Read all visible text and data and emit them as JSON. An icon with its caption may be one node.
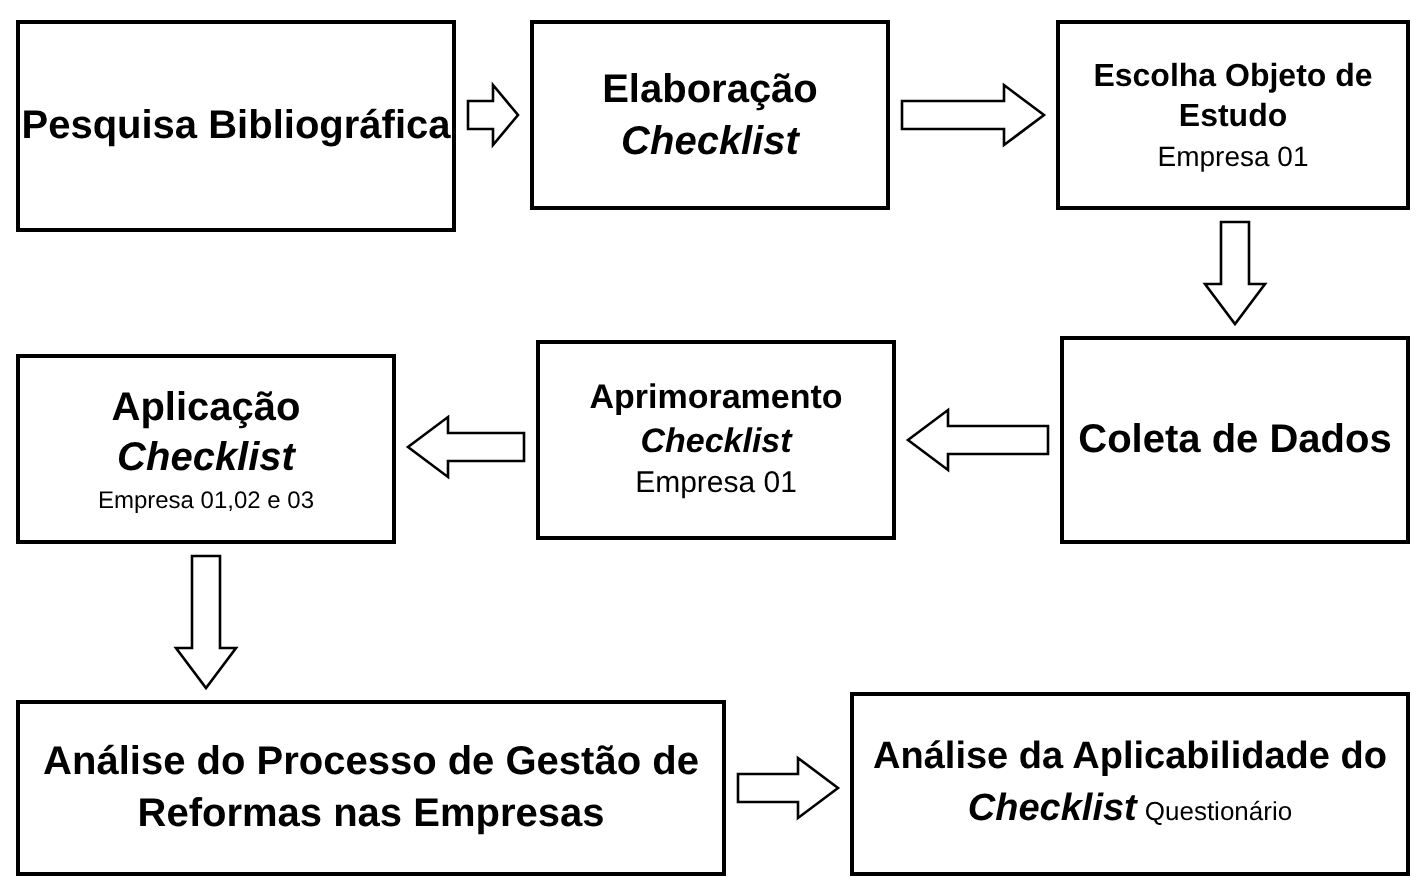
{
  "diagram": {
    "nodes": [
      {
        "text": [
          "Pesquisa Bibliográfica"
        ]
      },
      {
        "text": [
          "Elaboração *Checklist*"
        ]
      },
      {
        "text": [
          "Escolha Objeto de Estudo",
          "Empresa 01"
        ]
      },
      {
        "text": [
          "Coleta de Dados"
        ]
      },
      {
        "text": [
          "Aprimoramento *Checklist*",
          "Empresa 01"
        ]
      },
      {
        "text": [
          "Aplicação *Checklist*",
          "Empresa 01,02 e 03"
        ]
      },
      {
        "text": [
          "Análise do Processo de Gestão de Reformas nas Empresas"
        ]
      },
      {
        "text": [
          "Análise da Aplicabilidade do *Checklist*",
          "Questionário"
        ]
      }
    ],
    "edges": [
      {
        "from": 0,
        "to": 1,
        "arrow": "to"
      },
      {
        "from": 1,
        "to": 2,
        "arrow": "to"
      },
      {
        "from": 2,
        "to": 3,
        "arrow": "to"
      },
      {
        "from": 3,
        "to": 4,
        "arrow": "to"
      },
      {
        "from": 4,
        "to": 5,
        "arrow": "to"
      },
      {
        "from": 5,
        "to": 6,
        "arrow": "to"
      },
      {
        "from": 6,
        "to": 7,
        "arrow": "to"
      }
    ]
  }
}
